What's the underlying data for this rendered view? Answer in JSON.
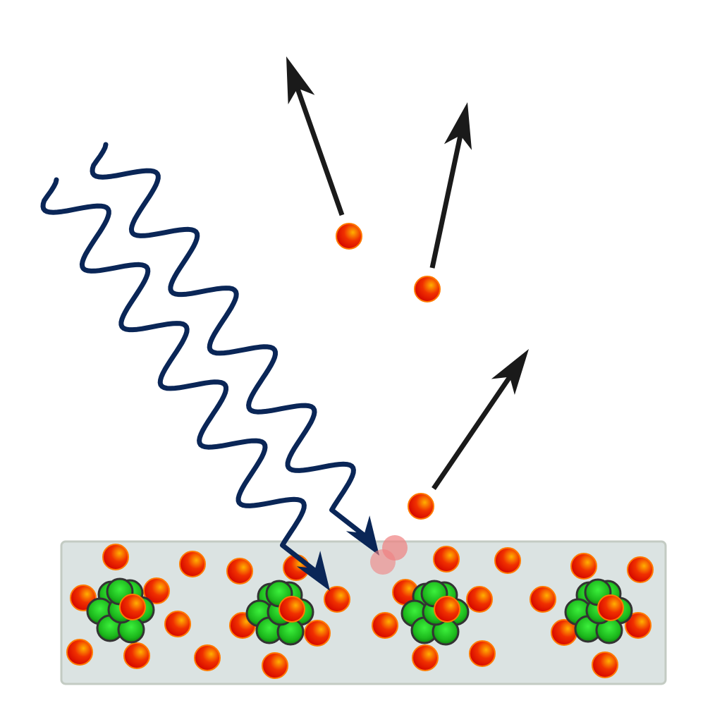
{
  "colors": {
    "background": "#ffffff",
    "slab_fill": "#dbe3e2",
    "slab_stroke": "#c3cbc3",
    "wave": "#0a2657",
    "arrow": "#1a1a1a",
    "electron_core": "#e00000",
    "electron_edge": "#ff7a00",
    "electron_highlight": "#ffb000",
    "nucleon": "#1fc21f",
    "nucleon_stroke": "#333333",
    "ejected_ghost": "#f08080"
  },
  "icons": {
    "photon": "wavy-arrow",
    "electron": "red-sphere",
    "nucleus": "green-cluster"
  }
}
